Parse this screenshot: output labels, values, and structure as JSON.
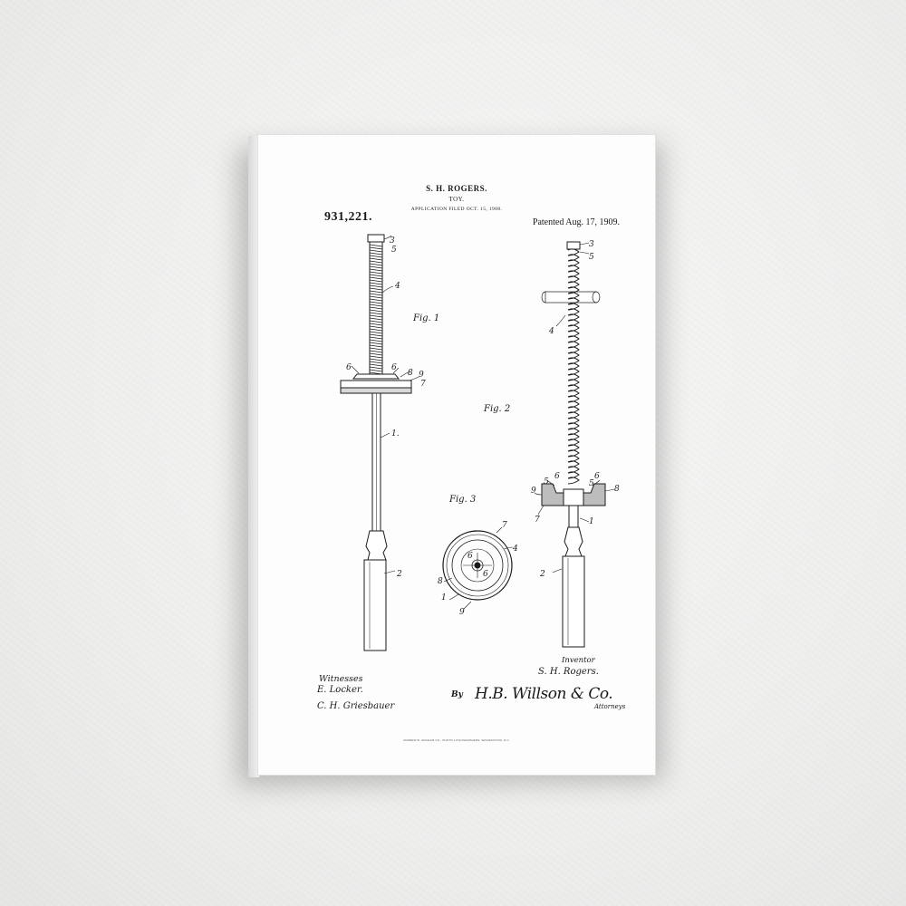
{
  "patent": {
    "inventor": "S. H. ROGERS.",
    "invention": "TOY.",
    "application_filed": "APPLICATION FILED OCT. 15, 1908.",
    "number": "931,221.",
    "patented": "Patented Aug. 17, 1909."
  },
  "figures": {
    "fig1": "Fig. 1",
    "fig2": "Fig. 2",
    "fig3": "Fig. 3"
  },
  "labels": [
    "1",
    "2",
    "3",
    "4",
    "5",
    "6",
    "7",
    "8",
    "9"
  ],
  "signatures": {
    "witnesses_label": "Witnesses",
    "witness_1": "E. Locker.",
    "witness_2": "C. H. Griesbauer",
    "inventor_label": "Inventor",
    "inventor_signature": "S. H. Rogers.",
    "by_label": "By",
    "attorney_signature": "H.B. Willson & Co.",
    "attorneys_label": "Attorneys"
  },
  "footer": "ANDREW B. GRAHAM CO., PHOTO-LITHOGRAPHERS, WASHINGTON, D.C."
}
